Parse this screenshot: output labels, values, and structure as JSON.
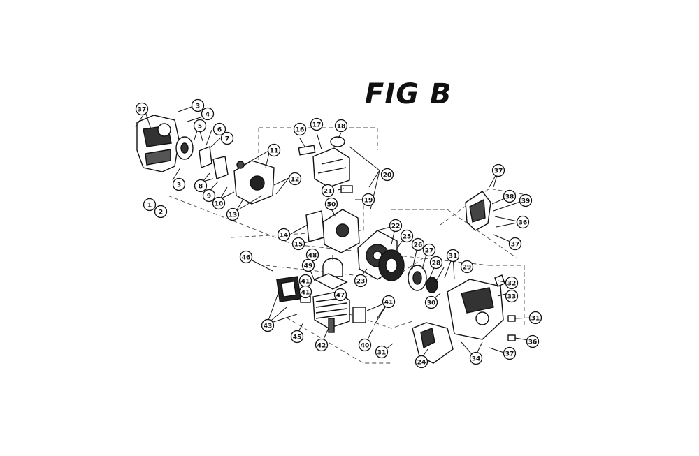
{
  "figure": {
    "title": "FIG B",
    "callouts": [
      "1",
      "2",
      "3",
      "3",
      "4",
      "5",
      "6",
      "7",
      "8",
      "9",
      "10",
      "11",
      "12",
      "13",
      "14",
      "15",
      "16",
      "17",
      "18",
      "19",
      "20",
      "21",
      "22",
      "23",
      "24",
      "25",
      "26",
      "27",
      "28",
      "29",
      "30",
      "31",
      "31",
      "31",
      "32",
      "33",
      "34",
      "36",
      "36",
      "37",
      "37",
      "37",
      "37",
      "38",
      "39",
      "40",
      "41",
      "41",
      "41",
      "42",
      "43",
      "45",
      "46",
      "47",
      "48",
      "49",
      "50"
    ]
  }
}
